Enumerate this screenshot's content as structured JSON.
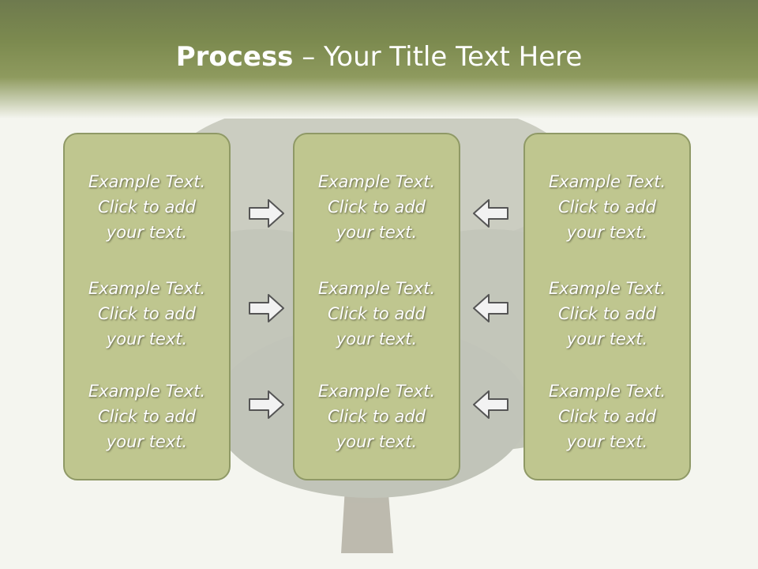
{
  "slide": {
    "title_bold": "Process",
    "title_rest": " – Your Title Text Here"
  },
  "panels": [
    {
      "blocks": [
        [
          "Example Text.",
          "Click  to add",
          "your text."
        ],
        [
          "Example Text.",
          "Click  to add",
          "your text."
        ],
        [
          "Example Text.",
          "Click  to add",
          "your text."
        ]
      ]
    },
    {
      "blocks": [
        [
          "Example Text.",
          "Click  to add",
          "your text."
        ],
        [
          "Example Text.",
          "Click  to add",
          "your text."
        ],
        [
          "Example Text.",
          "Click  to add",
          "your text."
        ]
      ]
    },
    {
      "blocks": [
        [
          "Example Text.",
          "Click  to add",
          "your text."
        ],
        [
          "Example Text.",
          "Click  to add",
          "your text."
        ],
        [
          "Example Text.",
          "Click  to add",
          "your text."
        ]
      ]
    }
  ],
  "icons": {
    "left_column_arrows": "arrow-right-icon",
    "right_column_arrows": "arrow-left-icon"
  },
  "colors": {
    "header": "#7c8a4f",
    "panel_fill": "#bfc68f",
    "panel_border": "#8f9966",
    "arrow_fill": "#f2f2f2",
    "arrow_stroke": "#555555"
  }
}
